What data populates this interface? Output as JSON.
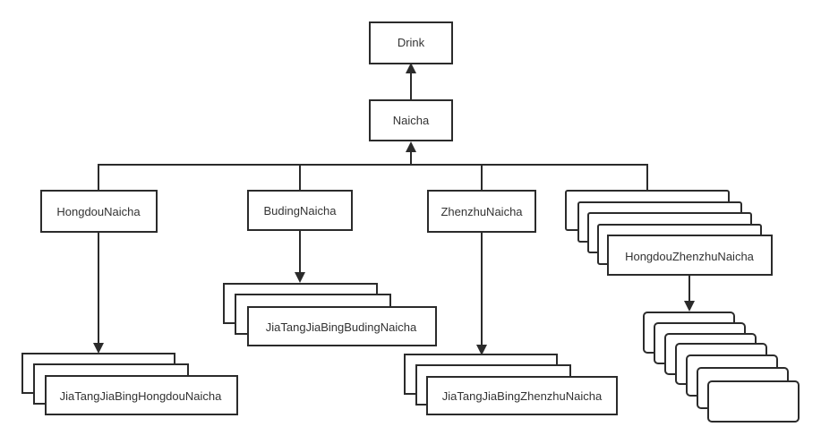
{
  "diagram": {
    "nodes": {
      "drink": "Drink",
      "naicha": "Naicha",
      "hongdou_naicha": "HongdouNaicha",
      "buding_naicha": "BudingNaicha",
      "zhenzhu_naicha": "ZhenzhuNaicha",
      "hongdou_zhenzhu_naicha": "HongdouZhenzhuNaicha",
      "jiatang_hongdou": "JiaTangJiaBingHongdouNaicha",
      "jiatang_buding": "JiaTangJiaBingBudingNaicha",
      "jiatang_zhenzhu": "JiaTangJiaBingZhenzhuNaicha"
    },
    "colors": {
      "stroke": "#2b2b2b",
      "text": "#333333",
      "background": "#ffffff"
    }
  }
}
